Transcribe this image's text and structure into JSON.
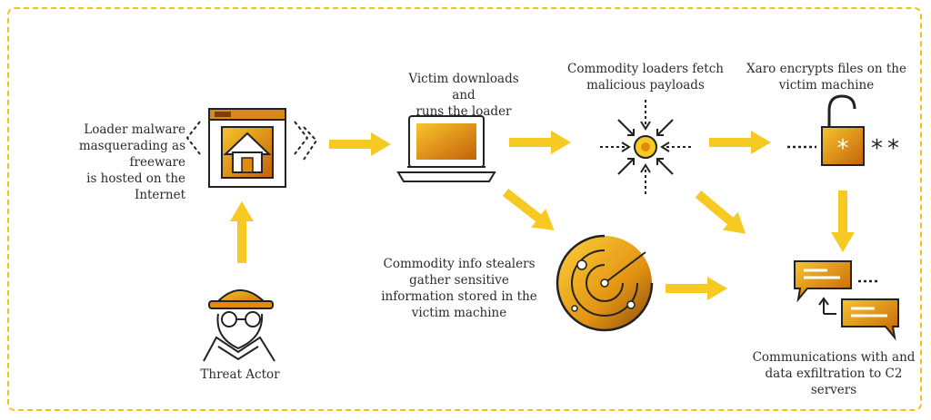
{
  "colors": {
    "arrow": "#f6c923",
    "accent_orange": "#e08a0e",
    "accent_brown": "#7a3f0d",
    "line": "#222222",
    "frame": "#f4c20d"
  },
  "labels": {
    "loader_hosted": "Loader malware\nmasquerading as freeware\nis hosted on the Internet",
    "threat_actor": "Threat Actor",
    "victim_downloads": "Victim downloads and\nruns the loader",
    "commodity_loaders": "Commodity loaders fetch\nmalicious payloads",
    "xaro_encrypts": "Xaro encrypts files on the\nvictim machine",
    "info_stealers": "Commodity info stealers\ngather sensitive\ninformation stored in the\nvictim machine",
    "c2_comms": "Communications with and\ndata exfiltration to C2\nservers"
  },
  "icons": {
    "website": "website-home-icon",
    "threat_actor": "hacker-spy-icon",
    "laptop": "laptop-icon",
    "payload": "payload-convergence-icon",
    "lock": "unlocked-padlock-icon",
    "radar": "radar-icon",
    "chat": "chat-bubbles-icon"
  }
}
